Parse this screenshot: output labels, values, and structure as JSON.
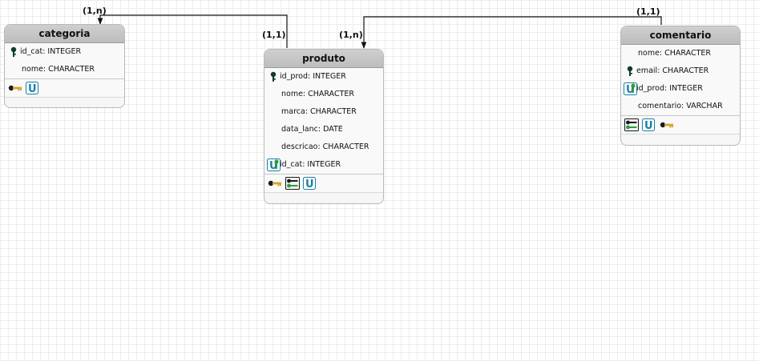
{
  "entities": {
    "categoria": {
      "title": "categoria",
      "fields": [
        {
          "text": "id_cat: INTEGER",
          "icon": "primary-key-icon"
        },
        {
          "text": "nome: CHARACTER",
          "icon": ""
        }
      ],
      "actions": [
        "key-icon",
        "unique-icon"
      ]
    },
    "produto": {
      "title": "produto",
      "fields": [
        {
          "text": "id_prod: INTEGER",
          "icon": "primary-key-icon"
        },
        {
          "text": "nome: CHARACTER",
          "icon": ""
        },
        {
          "text": "marca: CHARACTER",
          "icon": ""
        },
        {
          "text": "data_lanc: DATE",
          "icon": ""
        },
        {
          "text": "descricao: CHARACTER",
          "icon": ""
        },
        {
          "text": "id_cat: INTEGER",
          "icon": "unique-foreign-key-icon"
        }
      ],
      "actions": [
        "key-icon",
        "foreign-key-icon",
        "unique-icon"
      ]
    },
    "comentario": {
      "title": "comentario",
      "fields": [
        {
          "text": "nome: CHARACTER",
          "icon": ""
        },
        {
          "text": "email: CHARACTER",
          "icon": "primary-key-icon"
        },
        {
          "text": "id_prod: INTEGER",
          "icon": "unique-foreign-key-icon"
        },
        {
          "text": "comentario: VARCHAR",
          "icon": ""
        }
      ],
      "actions": [
        "foreign-key-icon",
        "unique-icon",
        "key-icon"
      ]
    }
  },
  "relationships": [
    {
      "from": "produto",
      "to": "categoria",
      "label_from": "(1,1)",
      "label_to": "(1,n)"
    },
    {
      "from": "comentario",
      "to": "produto",
      "label_from": "(1,1)",
      "label_to": "(1,n)"
    }
  ],
  "colors": {
    "header": "#c4c4c4",
    "border": "#b9b9b9",
    "key": "#d8a32c",
    "unique": "#1a7fa3",
    "foreign": "#2e9c3c",
    "pk": "#0f3c26"
  }
}
